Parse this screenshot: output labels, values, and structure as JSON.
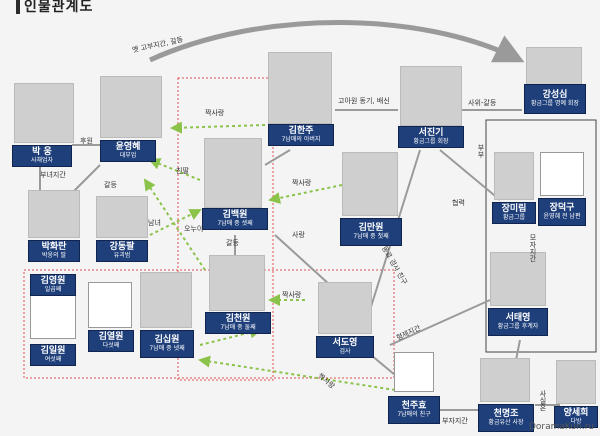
{
  "title": "인물관계도",
  "people": {
    "park_ung": {
      "name": "박 웅",
      "role": "사채업자"
    },
    "yoon_younghye": {
      "name": "윤영혜",
      "role": "대부업"
    },
    "kim_hanju": {
      "name": "김한주",
      "role": "7남매의 아버지"
    },
    "seo_jingi": {
      "name": "서진기",
      "role": "황금그룹 회장"
    },
    "kang_sungsim": {
      "name": "강성심",
      "role": "황금그룹 명예 회장"
    },
    "kim_baekwon": {
      "name": "김백원",
      "role": "7남매 중 셋째"
    },
    "kim_manwon": {
      "name": "김만원",
      "role": "7남매 중 첫째"
    },
    "park_hyerin": {
      "name": "박화란",
      "role": "박웅의 딸"
    },
    "kang_dongpal": {
      "name": "강동팔",
      "role": "유괴범"
    },
    "kim_cheonwon": {
      "name": "김천원",
      "role": "7남매 중 둘째"
    },
    "jang_mirim": {
      "name": "장미림",
      "role": "황금그룹"
    },
    "jang_deokgu": {
      "name": "장덕구",
      "role": "윤영혜 전 남편"
    },
    "seo_taeyoung": {
      "name": "서태영",
      "role": "황금그룹 후계자"
    },
    "seo_doyoung": {
      "name": "서도영",
      "role": "검사"
    },
    "kim_youngwon": {
      "name": "김영원",
      "role": "일곱째"
    },
    "kim_ilwon": {
      "name": "김일원",
      "role": "여섯째"
    },
    "kim_yeolwon": {
      "name": "김열원",
      "role": "다섯째"
    },
    "kim_sipwon": {
      "name": "김십원",
      "role": "7남매 중 넷째"
    },
    "cheon_juhyo": {
      "name": "천주효",
      "role": "7남매의 친구"
    },
    "cheon_myungjo": {
      "name": "천명조",
      "role": "황금유산 사장"
    },
    "yang_sehee": {
      "name": "양세희",
      "role": "다방"
    }
  },
  "relations": {
    "r1": "옛 고부지간, 갈등",
    "r2": "짝사랑",
    "r3": "후원",
    "r4": "고아원 동기, 배신",
    "r5": "사위-갈등",
    "r6": "부녀지간",
    "r7": "갈등",
    "r8": "친딸",
    "r9": "남녀",
    "r10": "짝사랑",
    "r11": "부부",
    "r12": "갈등",
    "r13": "사랑",
    "r14": "협력",
    "r15": "오누이",
    "r16": "모자지간",
    "r17": "짝사랑",
    "r18": "동료 검사 친구",
    "r19": "형제지간",
    "r20": "짝사랑",
    "r21": "사실혼",
    "r22": "부자지간"
  },
  "watermark": "DoramaKun.ru"
}
